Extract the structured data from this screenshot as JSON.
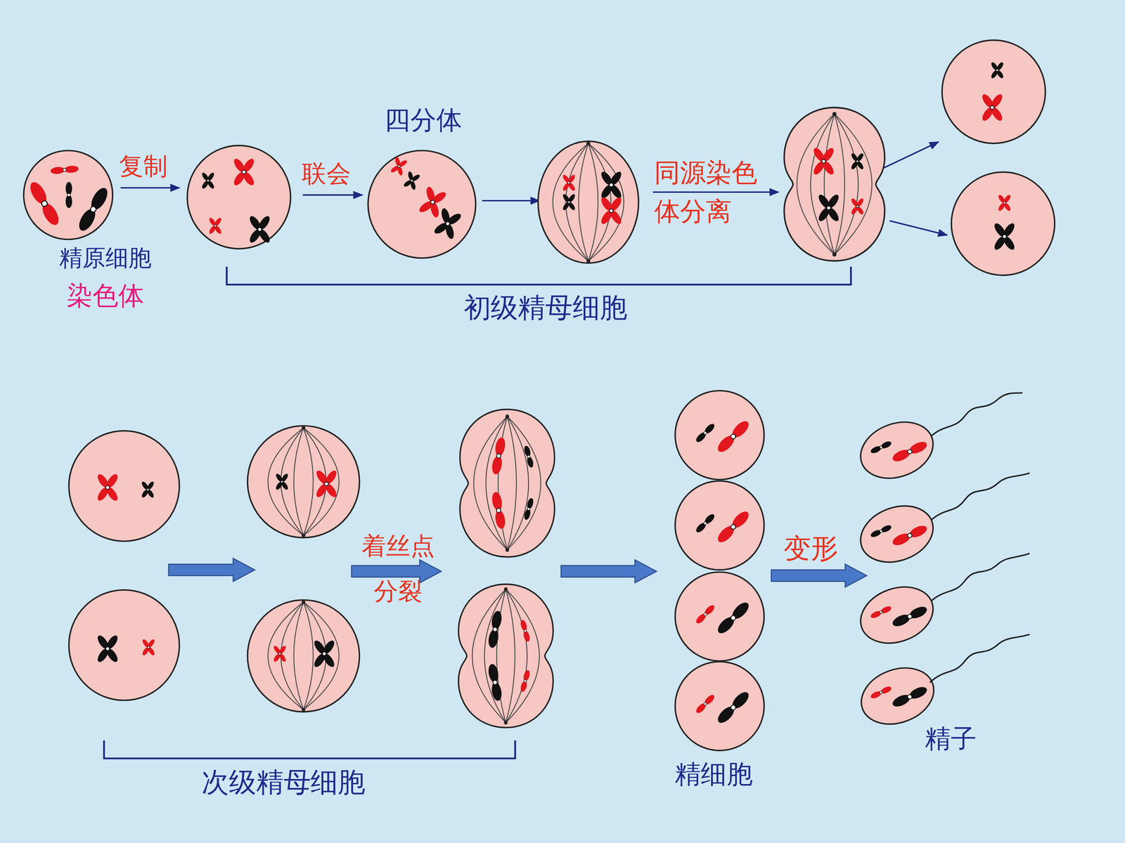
{
  "diagram": {
    "nodes": [
      {
        "text": [
          "精原细胞",
          "染色体"
        ]
      },
      {
        "text": [
          "四分体"
        ]
      },
      {
        "text": [
          "精细胞"
        ]
      },
      {
        "text": [
          "精子"
        ]
      }
    ],
    "labels": [
      "复制",
      "联会",
      "同源染色 体分离",
      "初级精母细胞",
      "着丝点 分裂",
      "次级精母细胞",
      "变形"
    ]
  }
}
